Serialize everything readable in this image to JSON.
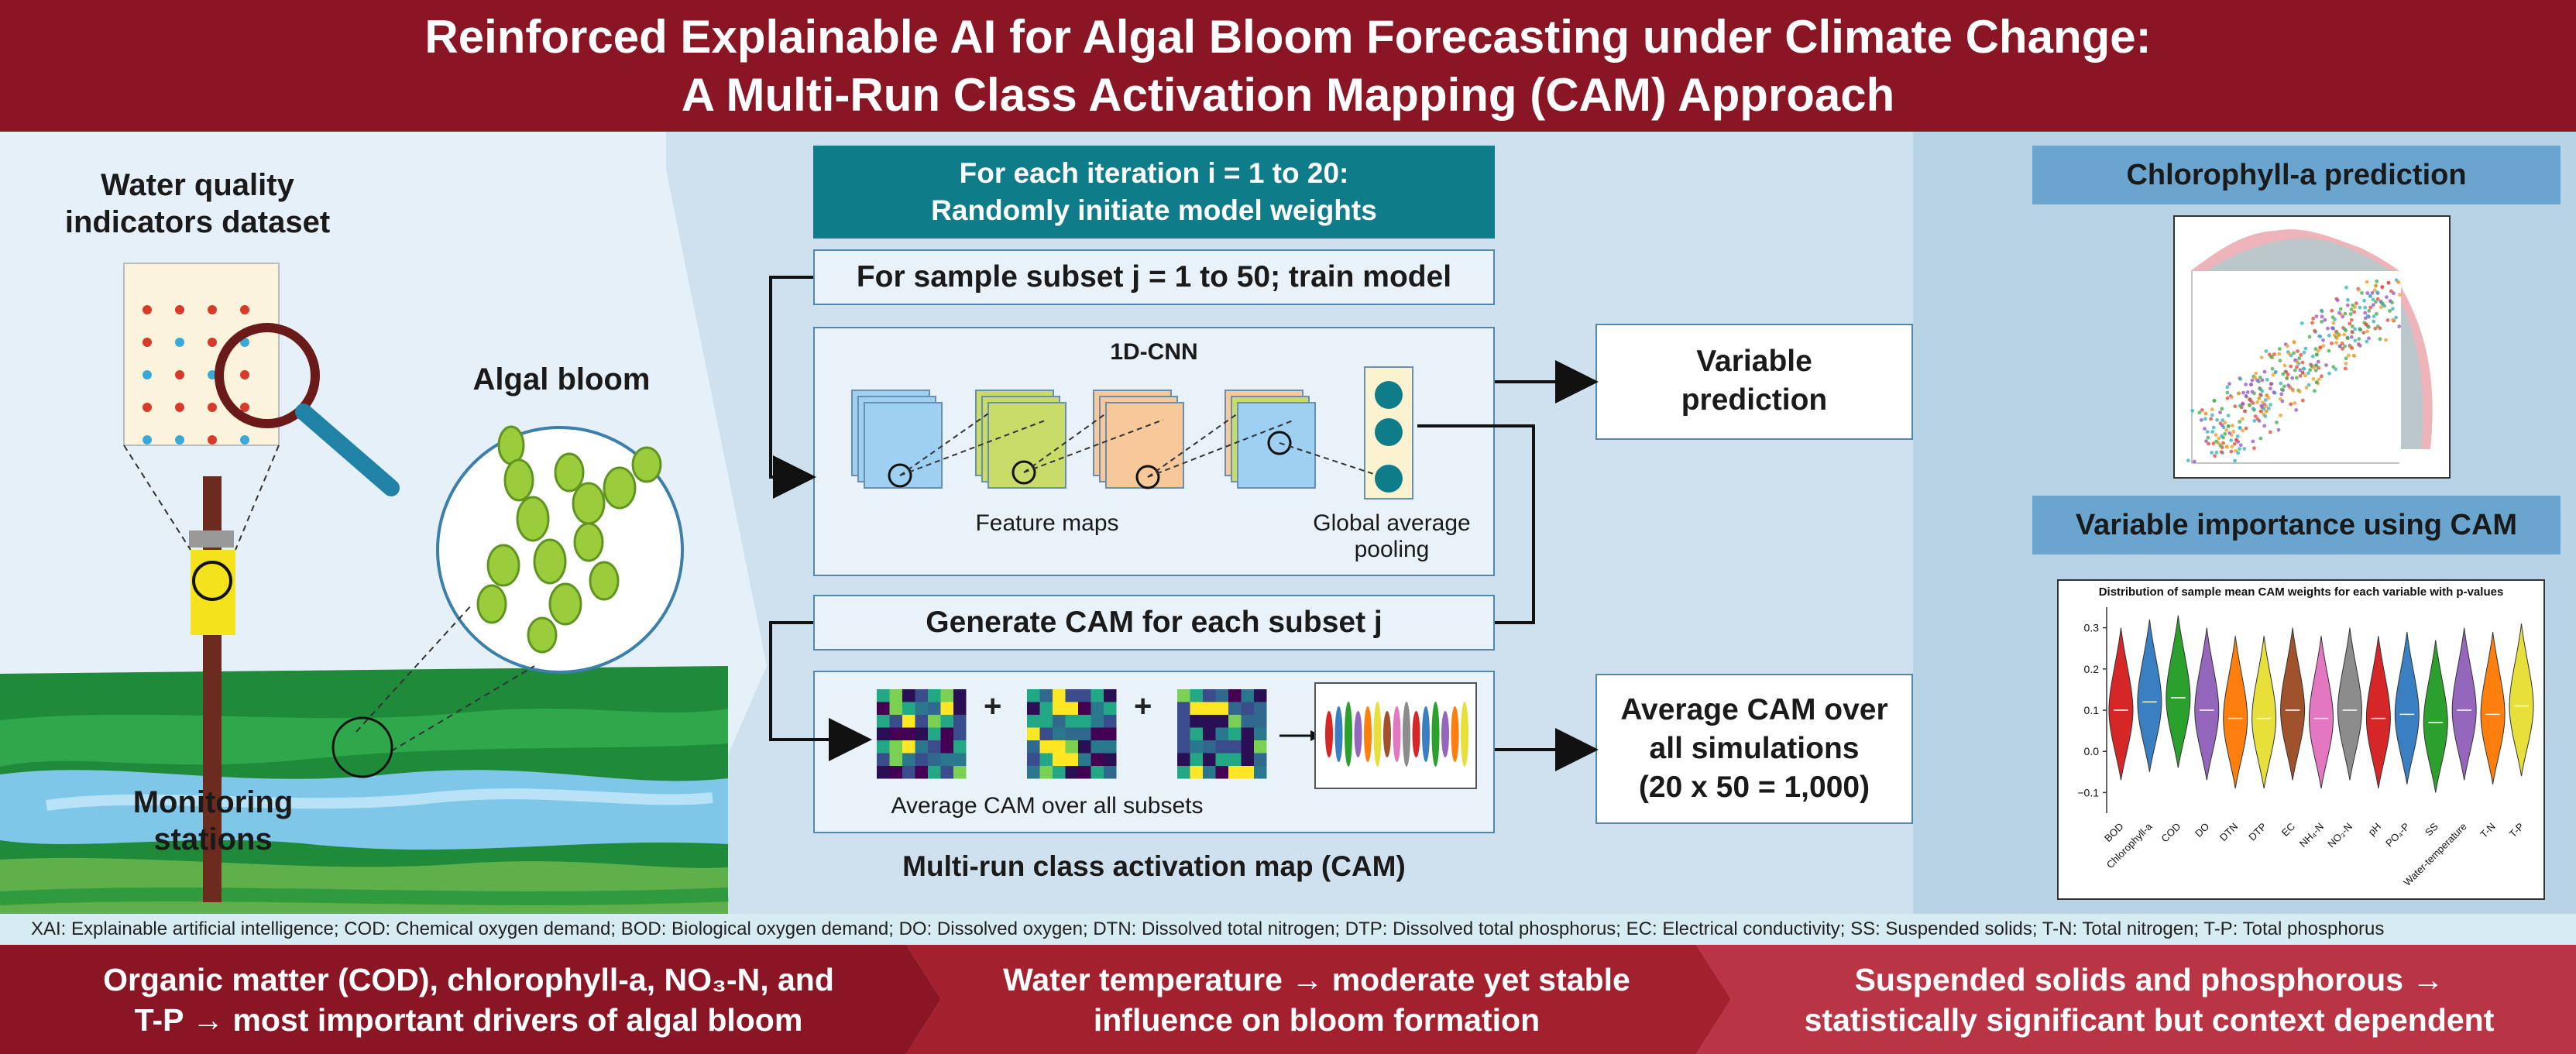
{
  "title": {
    "line1": "Reinforced Explainable AI for Algal Bloom Forecasting under Climate Change:",
    "line2": "A Multi-Run Class Activation Mapping (CAM) Approach"
  },
  "left": {
    "dataset_label_1": "Water quality",
    "dataset_label_2": "indicators dataset",
    "bloom_label": "Algal bloom",
    "stations_label_1": "Monitoring",
    "stations_label_2": "stations"
  },
  "middle": {
    "iteration_1": "For each iteration i = 1 to 20:",
    "iteration_2": "Randomly initiate model weights",
    "subset_train": "For sample subset j = 1 to 50; train model",
    "cnn_title": "1D-CNN",
    "feature_maps": "Feature maps",
    "gap_1": "Global average",
    "gap_2": "pooling",
    "generate_cam": "Generate CAM for each subset j",
    "plus": "+",
    "avg_subsets": "Average CAM over all subsets",
    "multirun_label": "Multi-run class activation map (CAM)",
    "var_pred_1": "Variable",
    "var_pred_2": "prediction",
    "avg_cam_1": "Average CAM over",
    "avg_cam_2": "all simulations",
    "avg_cam_3": "(20 x 50 = 1,000)"
  },
  "right": {
    "chl_header": "Chlorophyll-a prediction",
    "cam_header": "Variable importance using CAM",
    "violin_title": "Distribution of sample mean CAM weights for each variable with p-values"
  },
  "chart_data": {
    "type": "violin",
    "title": "Distribution of sample mean CAM weights for each variable with p-values",
    "yticks": [
      "0.3",
      "0.2",
      "0.1",
      "0.0",
      "−0.1"
    ],
    "ylim": [
      -0.15,
      0.35
    ],
    "categories": [
      "BOD",
      "Chlorophyll-a",
      "COD",
      "DO",
      "DTN",
      "DTP",
      "EC",
      "NH₄-N",
      "NO₃-N",
      "pH",
      "PO₄-P",
      "SS",
      "Water-temperature",
      "T-N",
      "T-P"
    ],
    "medians": [
      0.1,
      0.12,
      0.13,
      0.1,
      0.08,
      0.08,
      0.1,
      0.08,
      0.1,
      0.08,
      0.09,
      0.07,
      0.1,
      0.09,
      0.11
    ],
    "colors": [
      "#d62728",
      "#3a7fc1",
      "#2ca02c",
      "#9467bd",
      "#ff7f0e",
      "#e8e03a",
      "#a0522d",
      "#e377c2",
      "#8c8c8c",
      "#d62728",
      "#3a7fc1",
      "#2ca02c",
      "#9467bd",
      "#ff7f0e",
      "#e8e03a"
    ]
  },
  "footnote": "XAI: Explainable artificial intelligence; COD: Chemical oxygen demand; BOD: Biological oxygen demand; DO: Dissolved oxygen; DTN: Dissolved total nitrogen; DTP: Dissolved total phosphorus; EC: Electrical conductivity; SS: Suspended solids; T-N: Total nitrogen; T-P: Total phosphorus",
  "findings": {
    "f1_line1": "Organic matter (COD), chlorophyll-a, NO₃-N, and",
    "f1_line2": "T-P → most important drivers of algal bloom",
    "f2_line1": "Water temperature → moderate yet stable",
    "f2_line2": "influence on bloom formation",
    "f3_line1": "Suspended solids and phosphorous →",
    "f3_line2": "statistically significant but context dependent"
  },
  "colors": {
    "title_bg": "#8a1625",
    "teal": "#0f7c8a",
    "finding1": "#8a1625",
    "finding2": "#a3202f",
    "finding3": "#b93444"
  }
}
